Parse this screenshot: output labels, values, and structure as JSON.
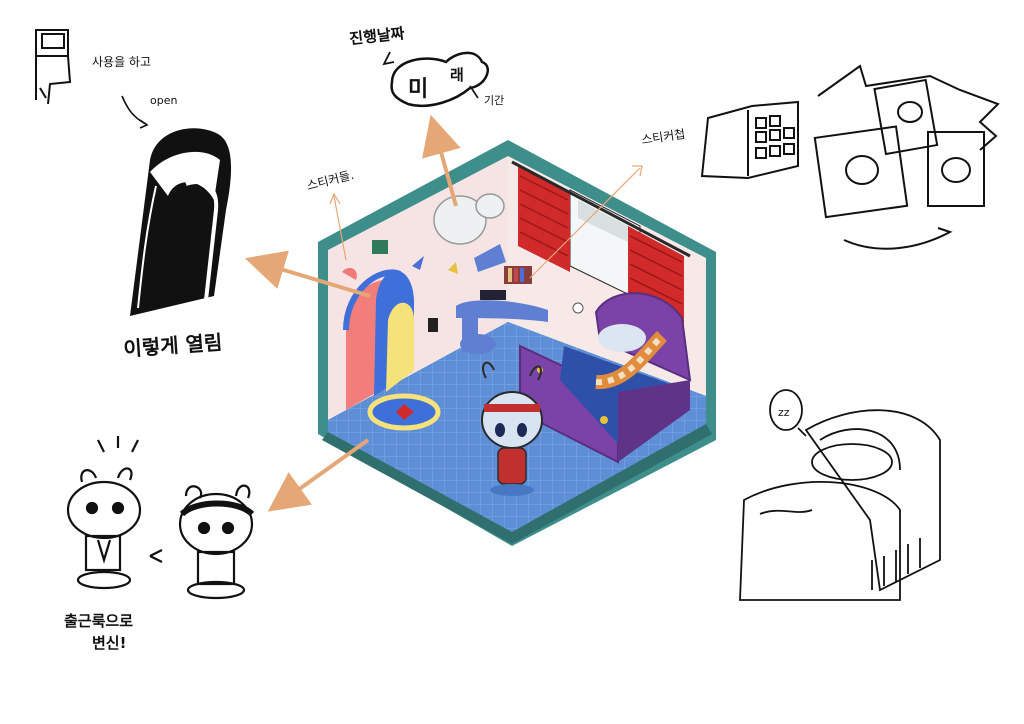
{
  "notes": {
    "top_left_use_label": "사용을 하고",
    "top_left_open_label": "open",
    "door_caption": "이렇게 열림",
    "sticker_left": "스티커들.",
    "progress_label": "진행날짜",
    "bubble_text_1": "미",
    "bubble_text_2": "래",
    "period_label": "기간",
    "sticker_right": "스티커첩",
    "morph_caption_line1": "출근룩으로",
    "morph_caption_line2": "변신!",
    "sleep_bubble": "zz"
  },
  "colors": {
    "arrow": "#E6A777",
    "room_frame": "#3E8E8C",
    "wall": "#F6E4E4",
    "floor": "#5E8FD6",
    "curtain": "#D02A2A",
    "bed": "#7B43A8"
  }
}
